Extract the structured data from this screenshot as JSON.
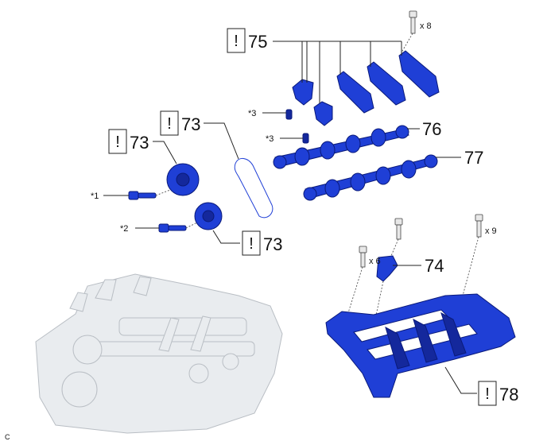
{
  "callouts": {
    "c75": {
      "bang": "!",
      "num": "75"
    },
    "c73_chain": {
      "bang": "!",
      "num": "73"
    },
    "c73_upper": {
      "bang": "!",
      "num": "73"
    },
    "c73_lower": {
      "bang": "!",
      "num": "73"
    },
    "c76": {
      "num": "76"
    },
    "c77": {
      "num": "77"
    },
    "c74": {
      "num": "74"
    },
    "c78": {
      "bang": "!",
      "num": "78"
    }
  },
  "labels": {
    "x8": "x 8",
    "x6": "x 6",
    "x9": "x 9",
    "star1": "*1",
    "star2": "*2",
    "star3a": "*3",
    "star3b": "*3",
    "corner": "C"
  },
  "colors": {
    "part_blue": "#1f3fd6",
    "part_outline": "#0a1a7a",
    "engine_gray": "#e9ecef"
  }
}
